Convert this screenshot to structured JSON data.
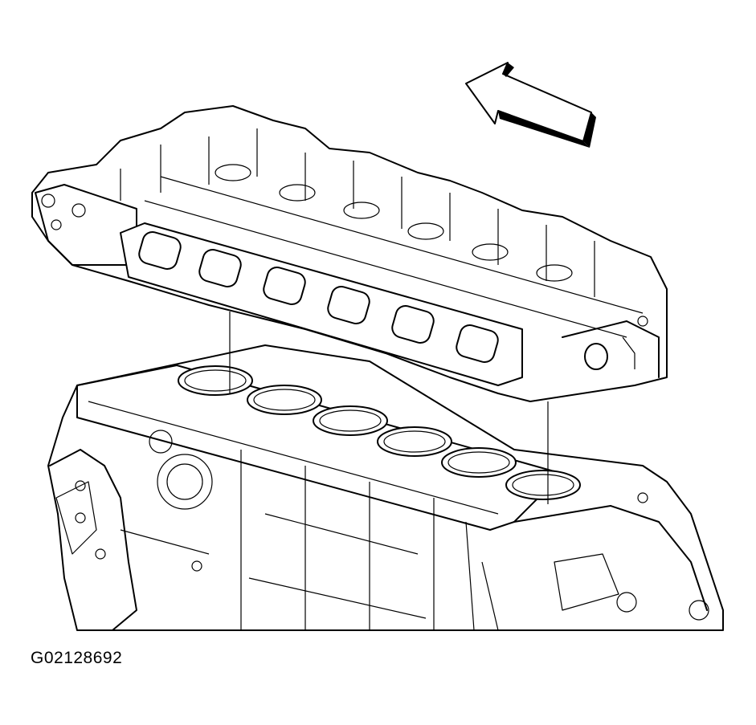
{
  "figure": {
    "id_label": "G02128692",
    "direction_arrow_icon": "arrow-left-icon",
    "cylinder_count": 6,
    "gasket_port_count": 6
  },
  "colors": {
    "ink": "#000000",
    "paper": "#ffffff"
  }
}
